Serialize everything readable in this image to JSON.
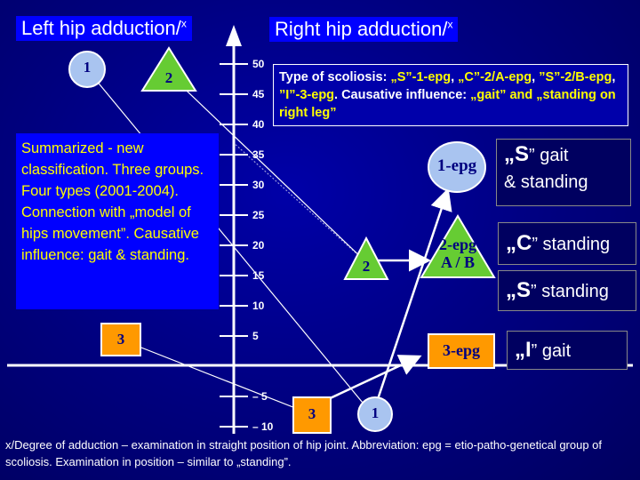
{
  "titles": {
    "left": "Left hip adduction/",
    "left_sup": "x",
    "right": "Right hip adduction/",
    "right_sup": "x"
  },
  "type_box": {
    "prefix": "Type of scoliosis: ",
    "s": "„S”-1-epg",
    "c": "„C”-2/A-epg",
    "s2": "”S”-2/B-epg",
    "i": "”I”-3-epg",
    "causative": ". Causative influence: ",
    "gait": "„gait” and „standing on right leg”"
  },
  "summary": "Summarized - new classification. Three groups. Four types (2001-2004). Connection with „model of hips movement”. Causative influence: gait & standing.",
  "axis_ticks": [
    "50",
    "45",
    "40",
    "35",
    "30",
    "25",
    "20",
    "15",
    "10",
    "5",
    "– 5",
    "– 10"
  ],
  "markers": {
    "left_1": "1",
    "left_2": "2",
    "left_3": "3",
    "mid_2": "2",
    "bottom_3": "3",
    "bottom_1": "1",
    "epg1": "1-epg",
    "epg2_line1": "2-epg",
    "epg2_line2": "A / B",
    "epg3": "3-epg"
  },
  "labels": {
    "s_gait_big": "„S",
    "s_gait_rest": "” gait",
    "s_gait_line2": "& standing",
    "c_big": "„C",
    "c_rest": "” standing",
    "s_big": "„S",
    "s_rest": "” standing",
    "i_big": "„I",
    "i_rest": "” gait"
  },
  "footnote": "x/Degree of adduction – examination in straight position of hip joint. Abbreviation: epg = etio-patho-genetical group of scoliosis. Examination in position – similar to „standing”.",
  "colors": {
    "background": "#00007e",
    "title_box": "#0000ff",
    "highlight": "#ffff00",
    "circle_fill": "#a9c4f0",
    "triangle_fill": "#66cc33",
    "square_fill": "#ff9900"
  }
}
